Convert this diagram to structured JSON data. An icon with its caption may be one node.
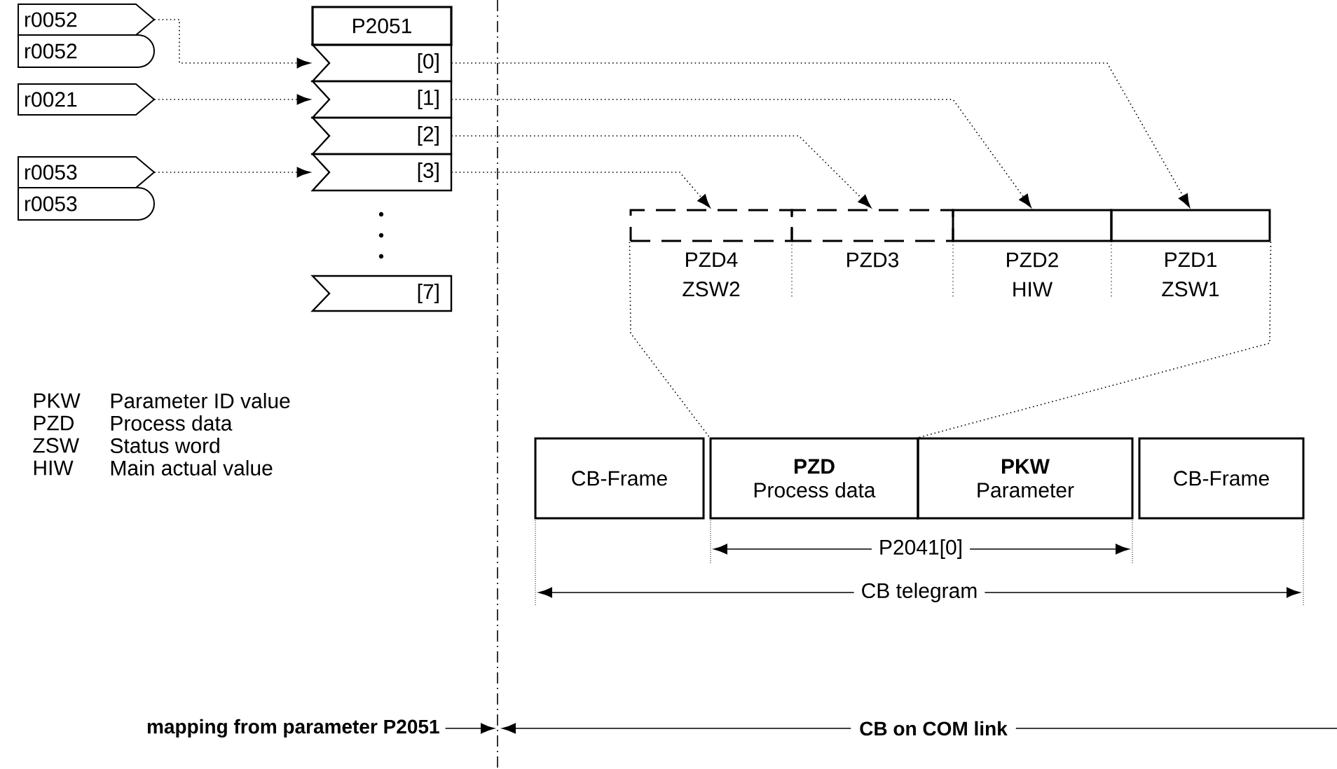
{
  "diagram": {
    "nodes": [
      {
        "text": [
          "r0052"
        ]
      },
      {
        "text": [
          "r0052"
        ]
      },
      {
        "text": [
          "r0021"
        ]
      },
      {
        "text": [
          "r0053"
        ]
      },
      {
        "text": [
          "r0053"
        ]
      },
      {
        "text": [
          "P2051"
        ]
      },
      {
        "text": [
          "[0]"
        ]
      },
      {
        "text": [
          "[1]"
        ]
      },
      {
        "text": [
          "[2]"
        ]
      },
      {
        "text": [
          "[3]"
        ]
      },
      {
        "text": [
          "[7]"
        ]
      },
      {
        "text": [
          "PZD4",
          "ZSW2"
        ]
      },
      {
        "text": [
          "PZD3"
        ]
      },
      {
        "text": [
          "PZD2",
          "HIW"
        ]
      },
      {
        "text": [
          "PZD1",
          "ZSW1"
        ]
      },
      {
        "text": [
          "CB-Frame"
        ]
      },
      {
        "text": [
          "PZD",
          "Process data"
        ]
      },
      {
        "text": [
          "PKW",
          "Parameter"
        ]
      },
      {
        "text": [
          "CB-Frame"
        ]
      }
    ],
    "edges": [
      {
        "from": 0,
        "to": 6,
        "arrow": "to"
      },
      {
        "from": 2,
        "to": 7,
        "arrow": "to"
      },
      {
        "from": 3,
        "to": 9,
        "arrow": "to"
      },
      {
        "from": 6,
        "to": 14,
        "arrow": "to"
      },
      {
        "from": 7,
        "to": 13,
        "arrow": "to"
      },
      {
        "from": 8,
        "to": 12,
        "arrow": "to"
      },
      {
        "from": 9,
        "to": 11,
        "arrow": "to"
      },
      {
        "from": 11,
        "to": 16,
        "arrow": "none"
      },
      {
        "from": 14,
        "to": 16,
        "arrow": "none"
      }
    ],
    "labels": [
      "PKW",
      "Parameter ID value",
      "PZD",
      "Process data",
      "ZSW",
      "Status word",
      "HIW",
      "Main actual value",
      "P2041[0]",
      "CB telegram",
      "mapping from parameter P2051",
      "CB on COM link"
    ]
  }
}
